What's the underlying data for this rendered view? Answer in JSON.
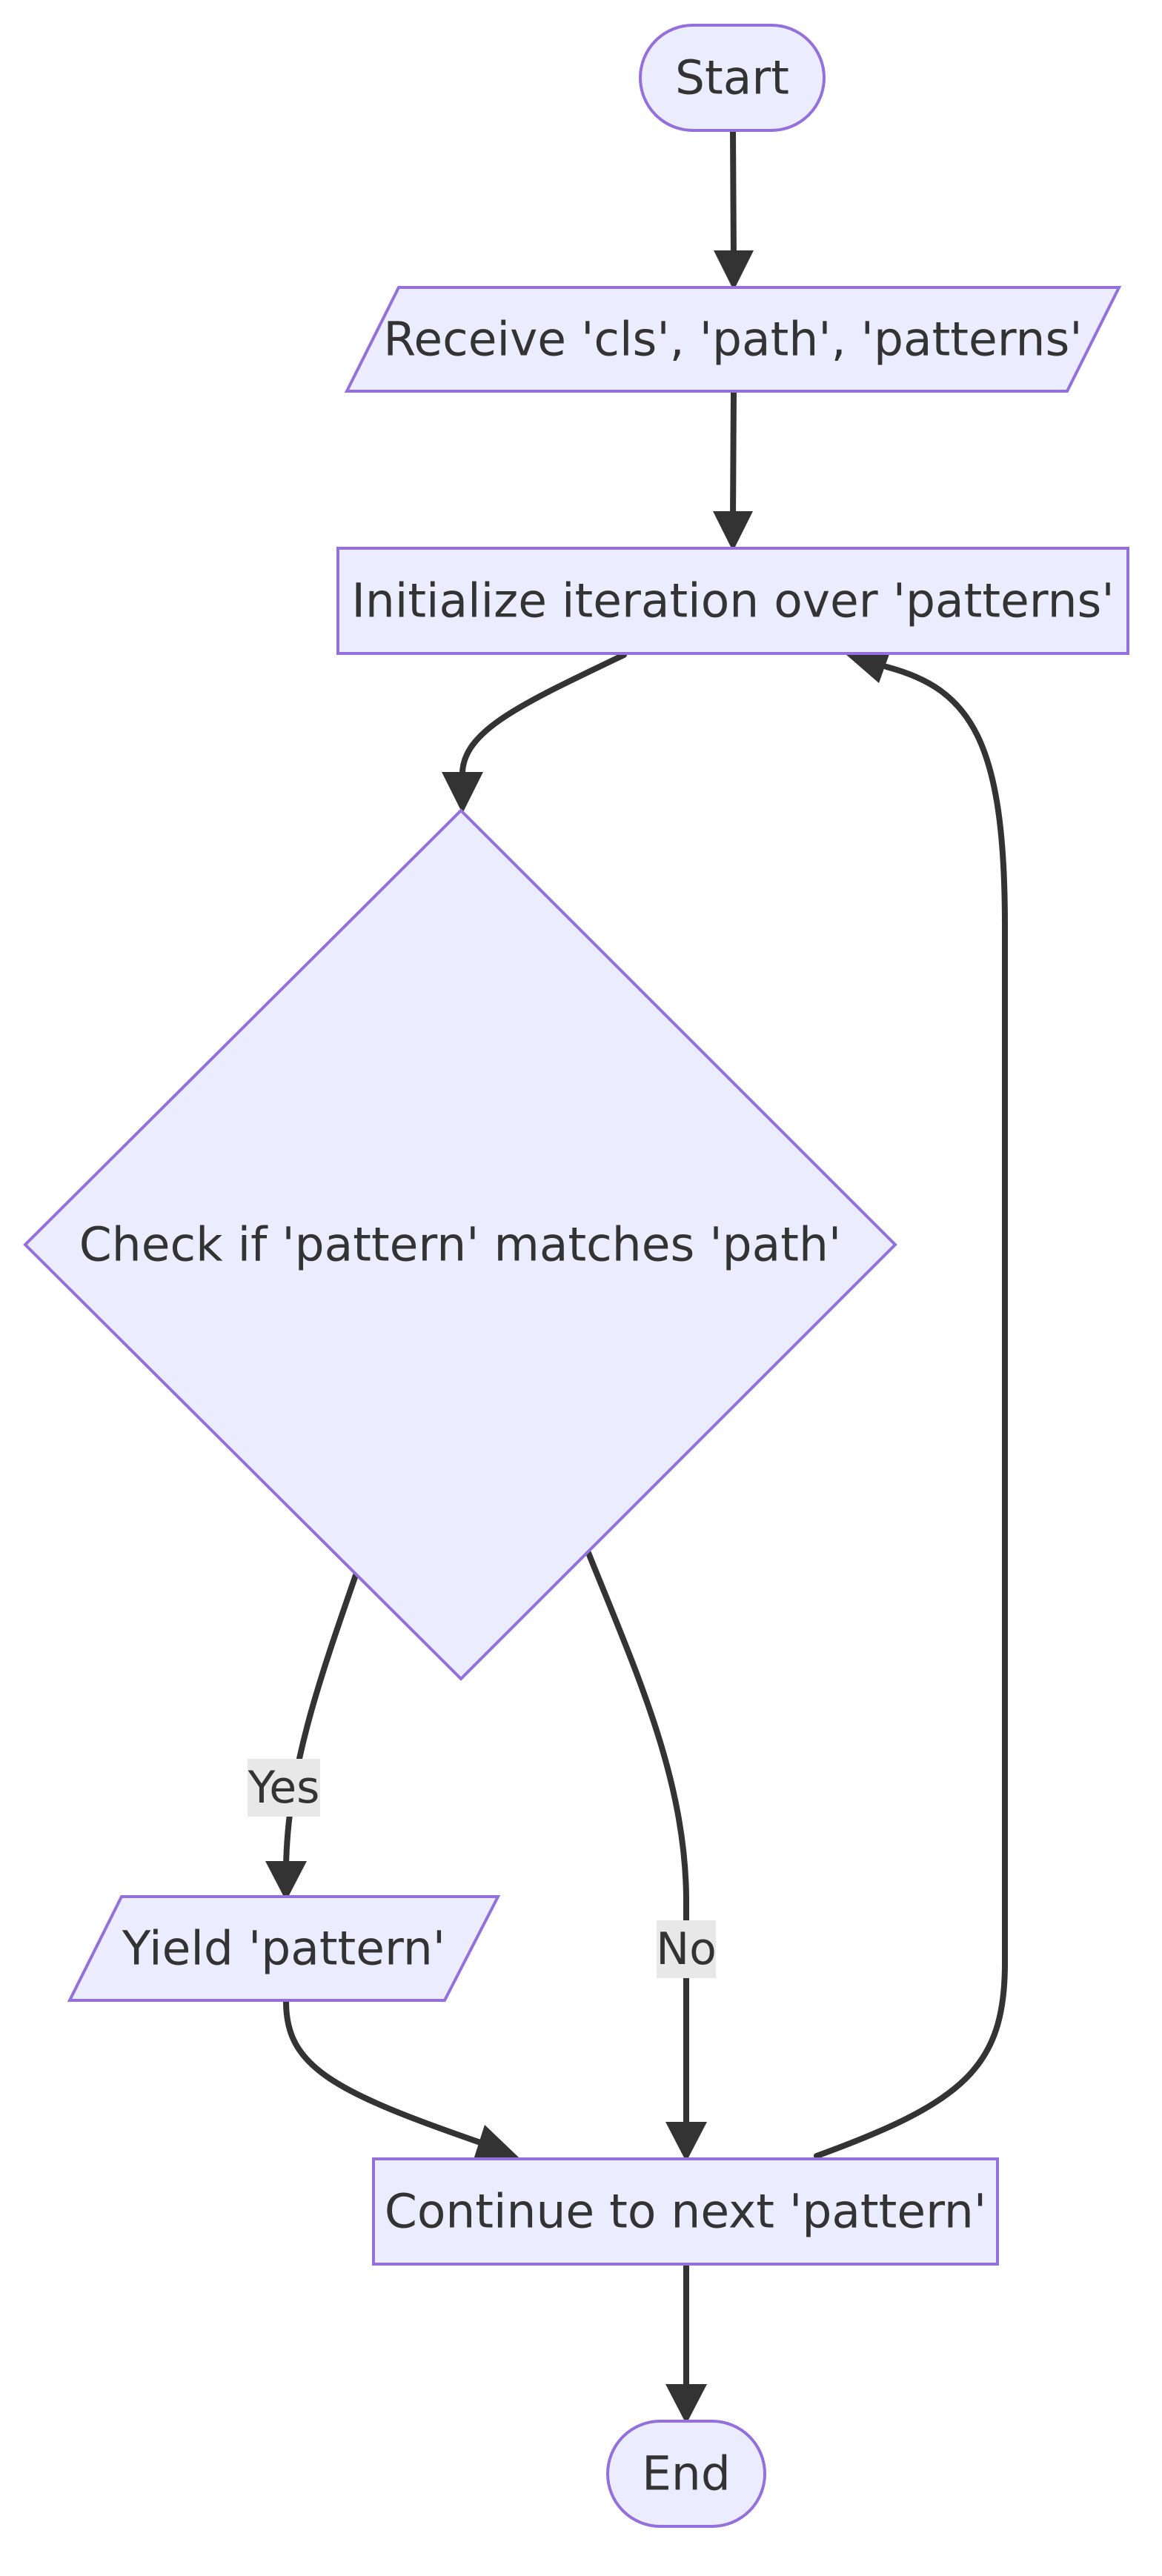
{
  "flowchart": {
    "nodes": {
      "start": "Start",
      "receive": "Receive 'cls', 'path', 'patterns'",
      "init": "Initialize iteration over 'patterns'",
      "check": "Check if 'pattern' matches 'path'",
      "yield": "Yield 'pattern'",
      "continue": "Continue to next 'pattern'",
      "end": "End"
    },
    "edges": {
      "yes": "Yes",
      "no": "No"
    }
  }
}
